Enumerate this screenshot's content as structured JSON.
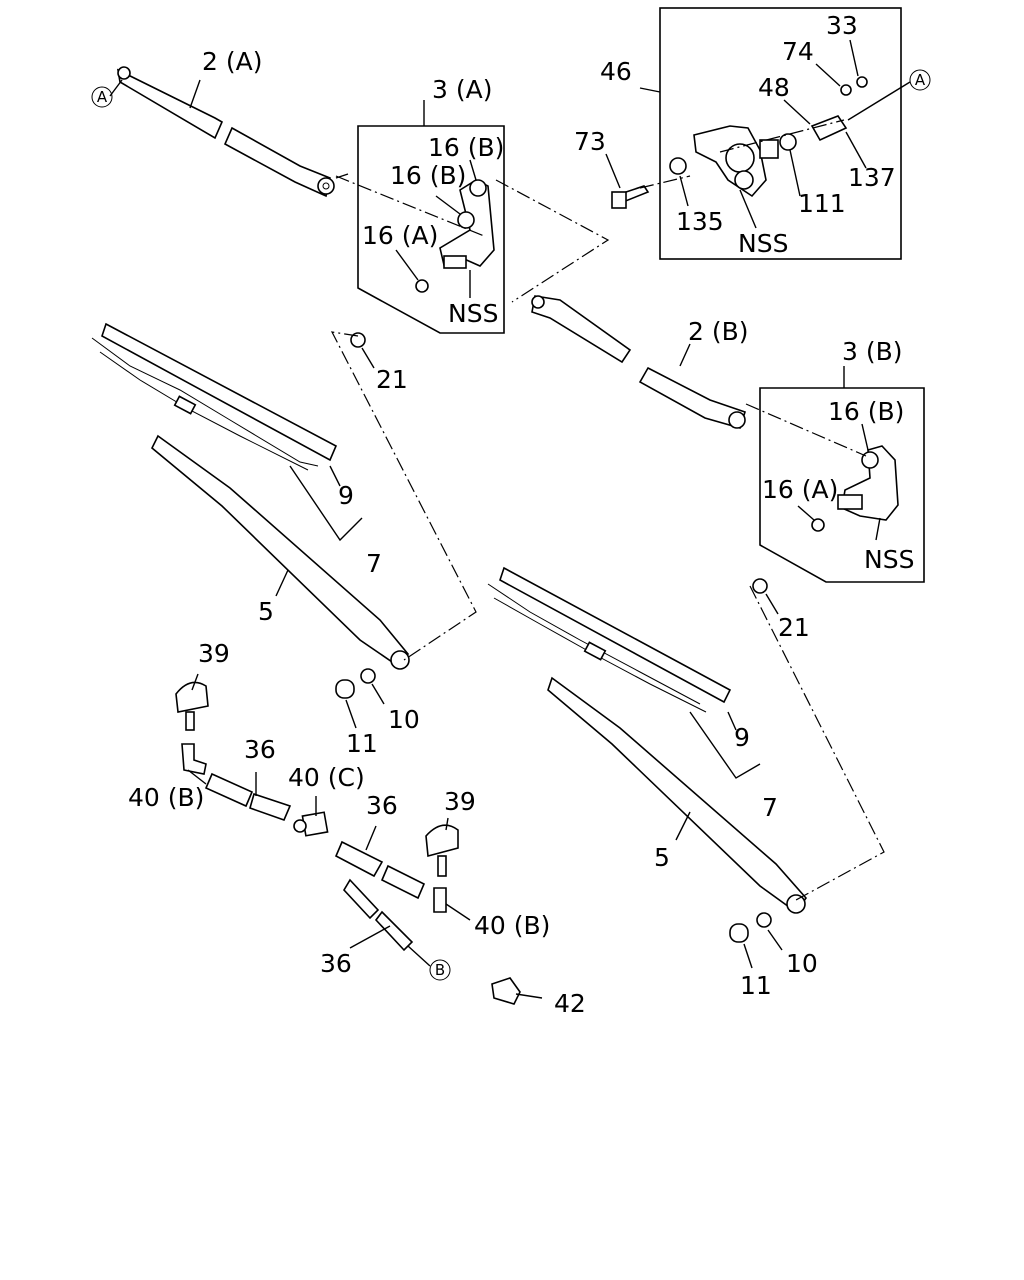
{
  "diagram": {
    "labels": {
      "p2a": "2 (A)",
      "p3a": "3 (A)",
      "p16b_1": "16 (B)",
      "p16b_2": "16 (B)",
      "p16a_1": "16 (A)",
      "nss_1": "NSS",
      "p21_1": "21",
      "p46": "46",
      "p73": "73",
      "p33": "33",
      "p74": "74",
      "p48": "48",
      "p137": "137",
      "p111": "111",
      "p135": "135",
      "nss_motor": "NSS",
      "p2b": "2 (B)",
      "p3b": "3 (B)",
      "p16b_3": "16 (B)",
      "p16a_2": "16 (A)",
      "nss_2": "NSS",
      "p21_2": "21",
      "p9_1": "9",
      "p7_1": "7",
      "p5_1": "5",
      "p39_1": "39",
      "p10_1": "10",
      "p11_1": "11",
      "p36_1": "36",
      "p40c": "40 (C)",
      "p40b_1": "40 (B)",
      "p36_2": "36",
      "p39_2": "39",
      "p40b_2": "40 (B)",
      "p36_3": "36",
      "p42": "42",
      "p9_2": "9",
      "p7_2": "7",
      "p5_2": "5",
      "p10_2": "10",
      "p11_2": "11"
    },
    "markers": {
      "a_left": "A",
      "a_right": "A",
      "b": "B"
    }
  }
}
